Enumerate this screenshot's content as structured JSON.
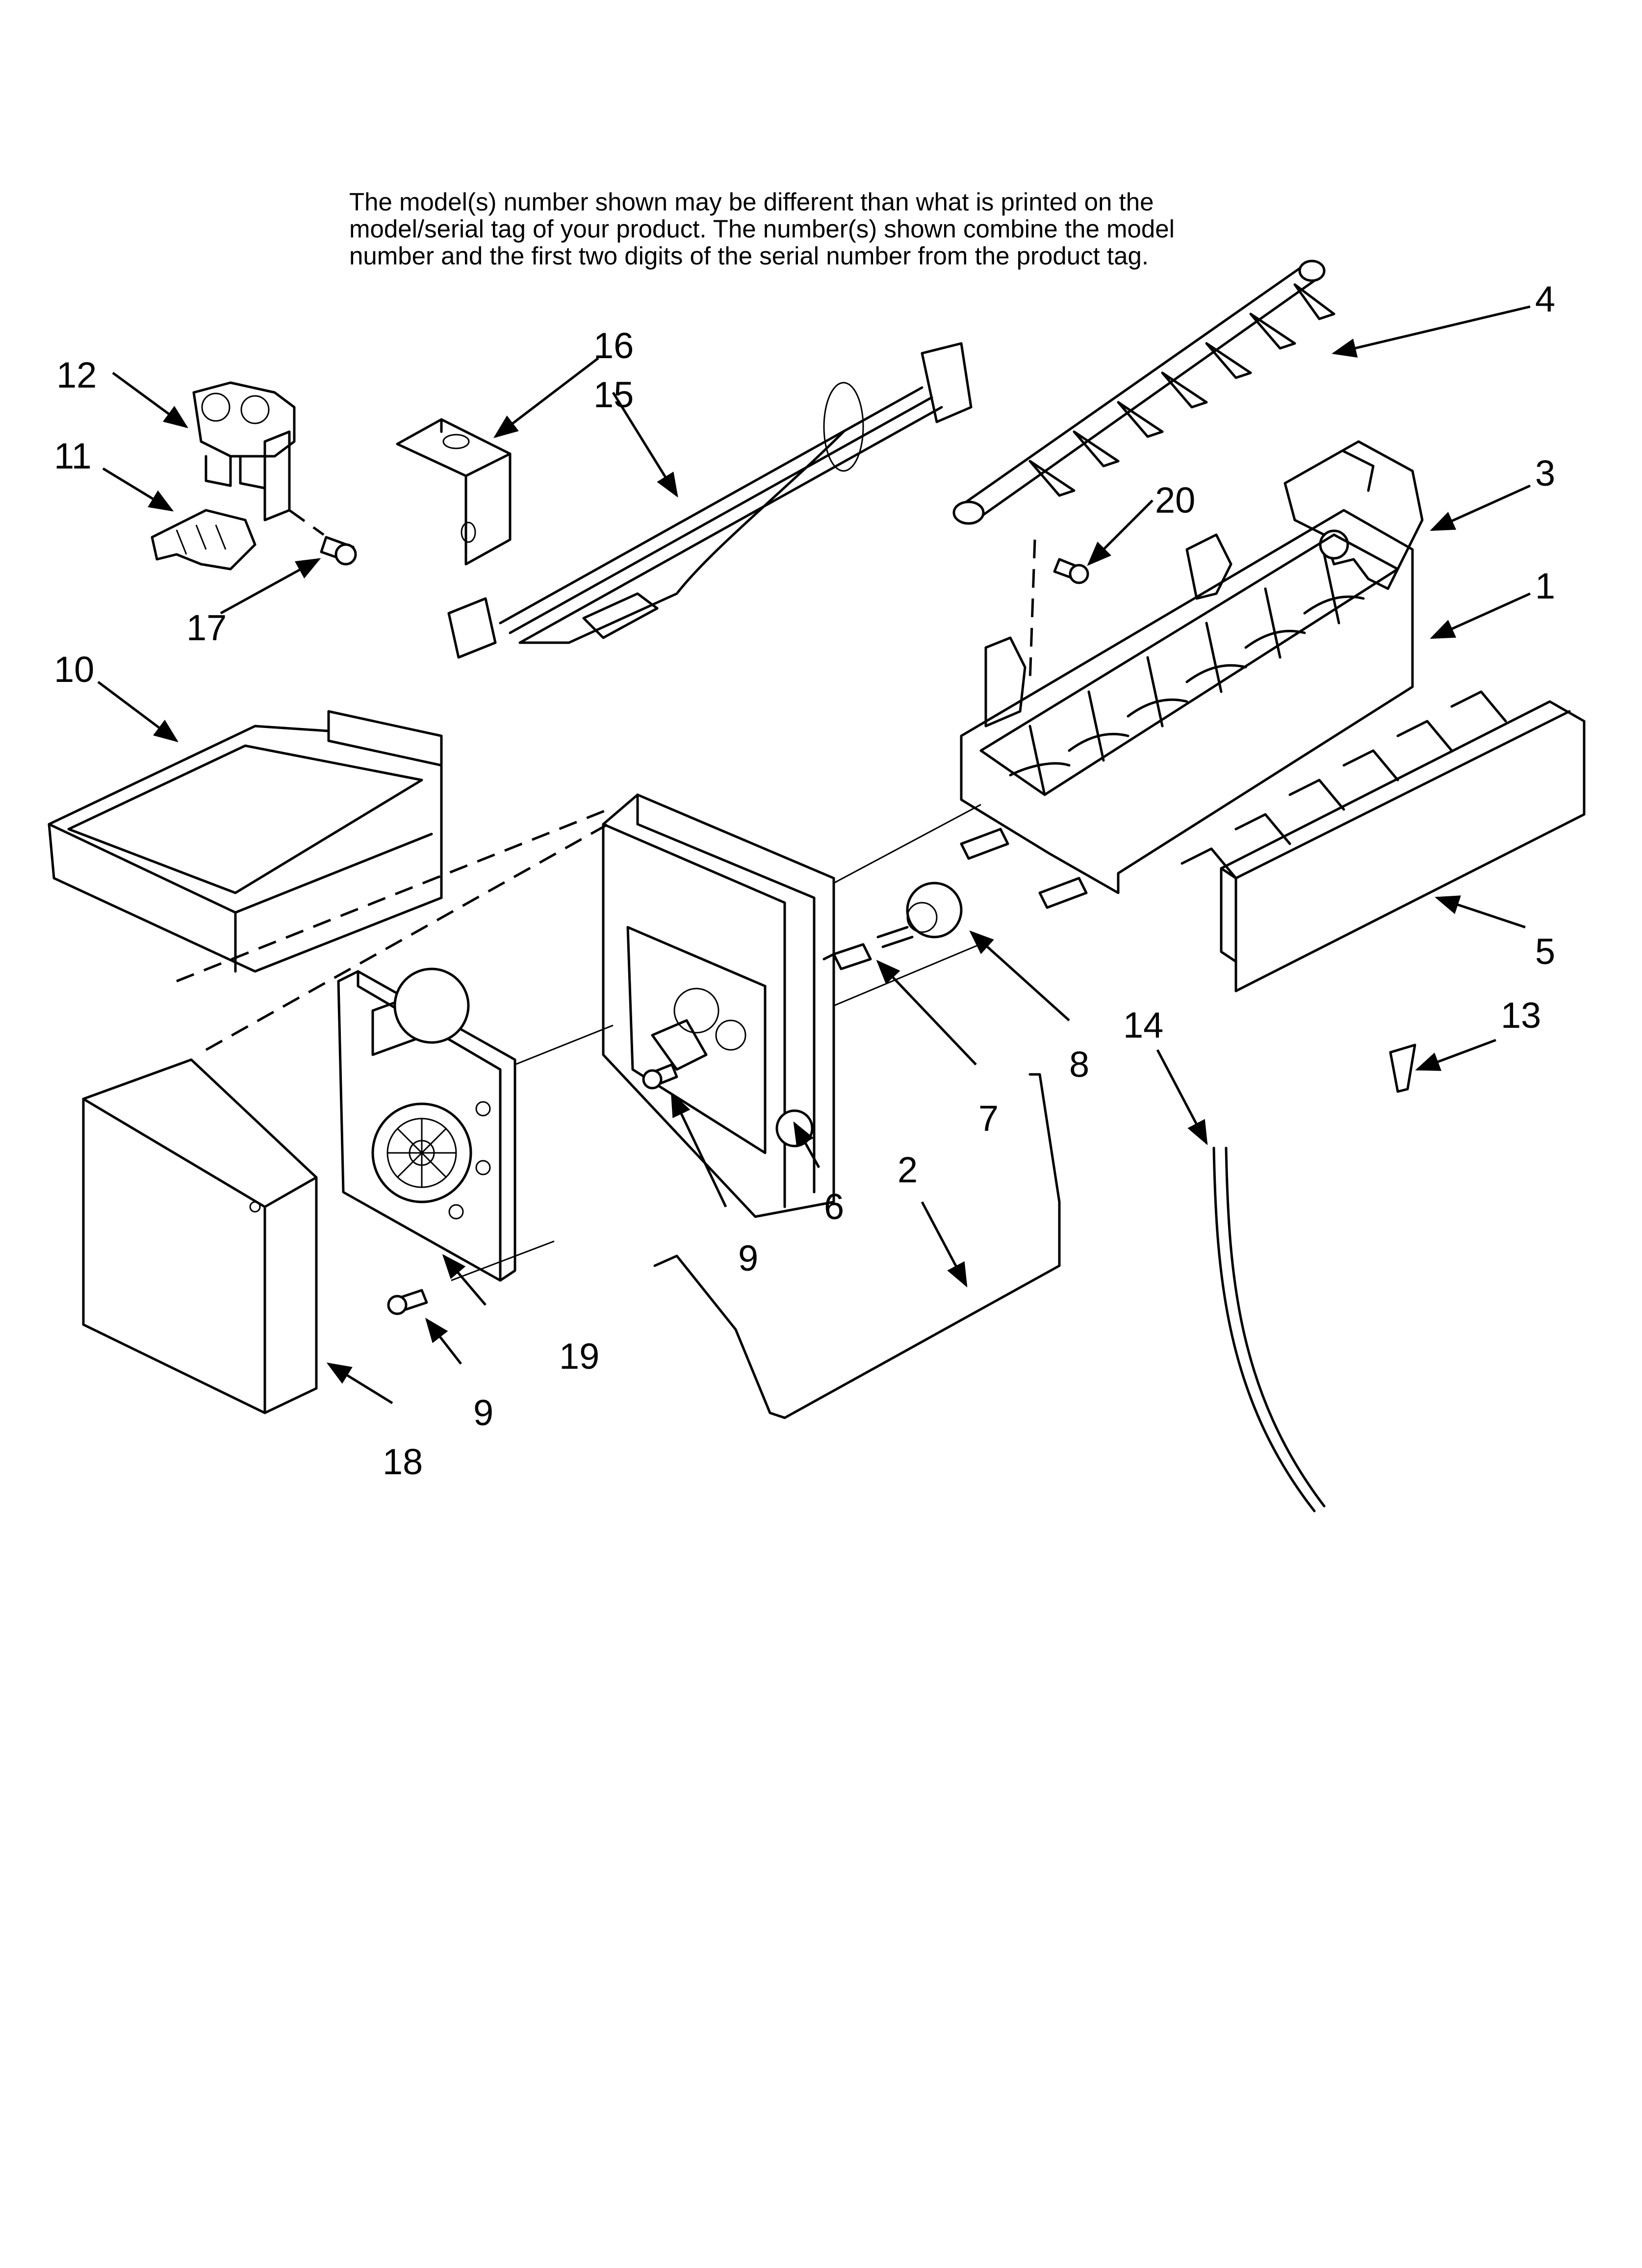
{
  "note_lines": [
    "The model(s) number shown may be different than what is printed on the",
    "model/serial tag of your product. The number(s) shown combine the model",
    "number and the first two digits of the serial number from the product tag."
  ],
  "callouts": {
    "c1": "1",
    "c2": "2",
    "c3": "3",
    "c4": "4",
    "c5": "5",
    "c6": "6",
    "c7": "7",
    "c8": "8",
    "c9a": "9",
    "c9b": "9",
    "c10": "10",
    "c11": "11",
    "c12": "12",
    "c13": "13",
    "c14": "14",
    "c15": "15",
    "c16": "16",
    "c17": "17",
    "c18": "18",
    "c19": "19",
    "c20": "20"
  }
}
